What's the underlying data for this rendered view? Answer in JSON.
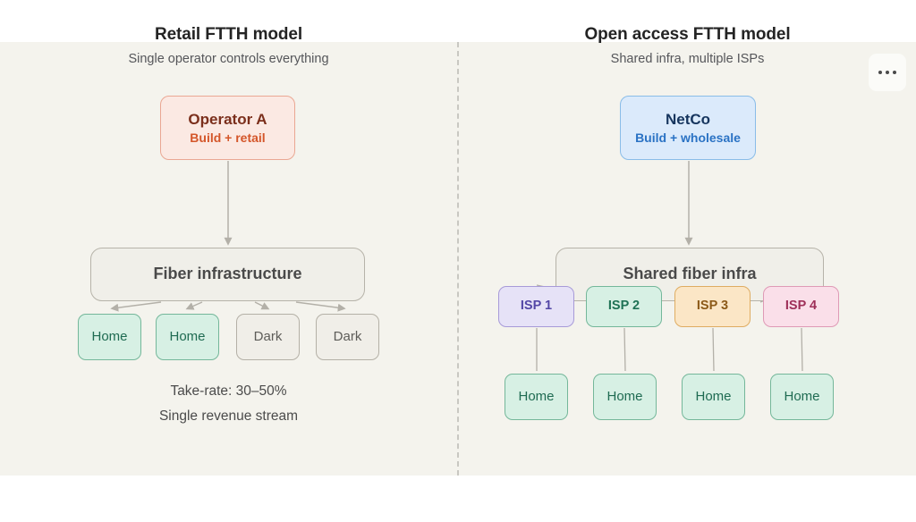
{
  "canvas": {
    "background": "#f4f3ed",
    "divider_color": "#c9c8c2"
  },
  "menu": {
    "name": "more-options",
    "glyph": "…"
  },
  "panels": [
    {
      "id": "retail",
      "title": "Retail FTTH model",
      "subtitle": "Single operator controls everything",
      "actor": {
        "title": "Operator A",
        "subtitle": "Build + retail",
        "fill": "#fbe9e3",
        "border": "#eaa793",
        "title_color": "#7b2f1c",
        "subtitle_color": "#d4562a"
      },
      "infra": {
        "label": "Fiber infrastructure",
        "fill": "#f0efe9",
        "border": "#b6b3a9"
      },
      "leaves": [
        {
          "label": "Home",
          "kind": "home"
        },
        {
          "label": "Home",
          "kind": "home"
        },
        {
          "label": "Dark",
          "kind": "dark"
        },
        {
          "label": "Dark",
          "kind": "dark"
        }
      ],
      "footnotes": [
        "Take-rate: 30–50%",
        "Single revenue stream"
      ]
    },
    {
      "id": "open-access",
      "title": "Open access FTTH model",
      "subtitle": "Shared infra, multiple ISPs",
      "actor": {
        "title": "NetCo",
        "subtitle": "Build + wholesale",
        "fill": "#dbeafb",
        "border": "#89bce8",
        "title_color": "#16355e",
        "subtitle_color": "#2a72c4"
      },
      "infra": {
        "label": "Shared fiber infra",
        "fill": "#f0efe9",
        "border": "#b6b3a9"
      },
      "isps": [
        {
          "label": "ISP 1",
          "fill": "#e6e2f7",
          "border": "#a79ad8",
          "text": "#5346a6"
        },
        {
          "label": "ISP 2",
          "fill": "#d7f0e4",
          "border": "#74b79a",
          "text": "#1f7255"
        },
        {
          "label": "ISP 3",
          "fill": "#fbe6c6",
          "border": "#dfac62",
          "text": "#8c5a18"
        },
        {
          "label": "ISP 4",
          "fill": "#fadfe9",
          "border": "#df9ab6",
          "text": "#9e2f58"
        }
      ],
      "homes": [
        {
          "label": "Home"
        },
        {
          "label": "Home"
        },
        {
          "label": "Home"
        },
        {
          "label": "Home"
        }
      ]
    }
  ]
}
